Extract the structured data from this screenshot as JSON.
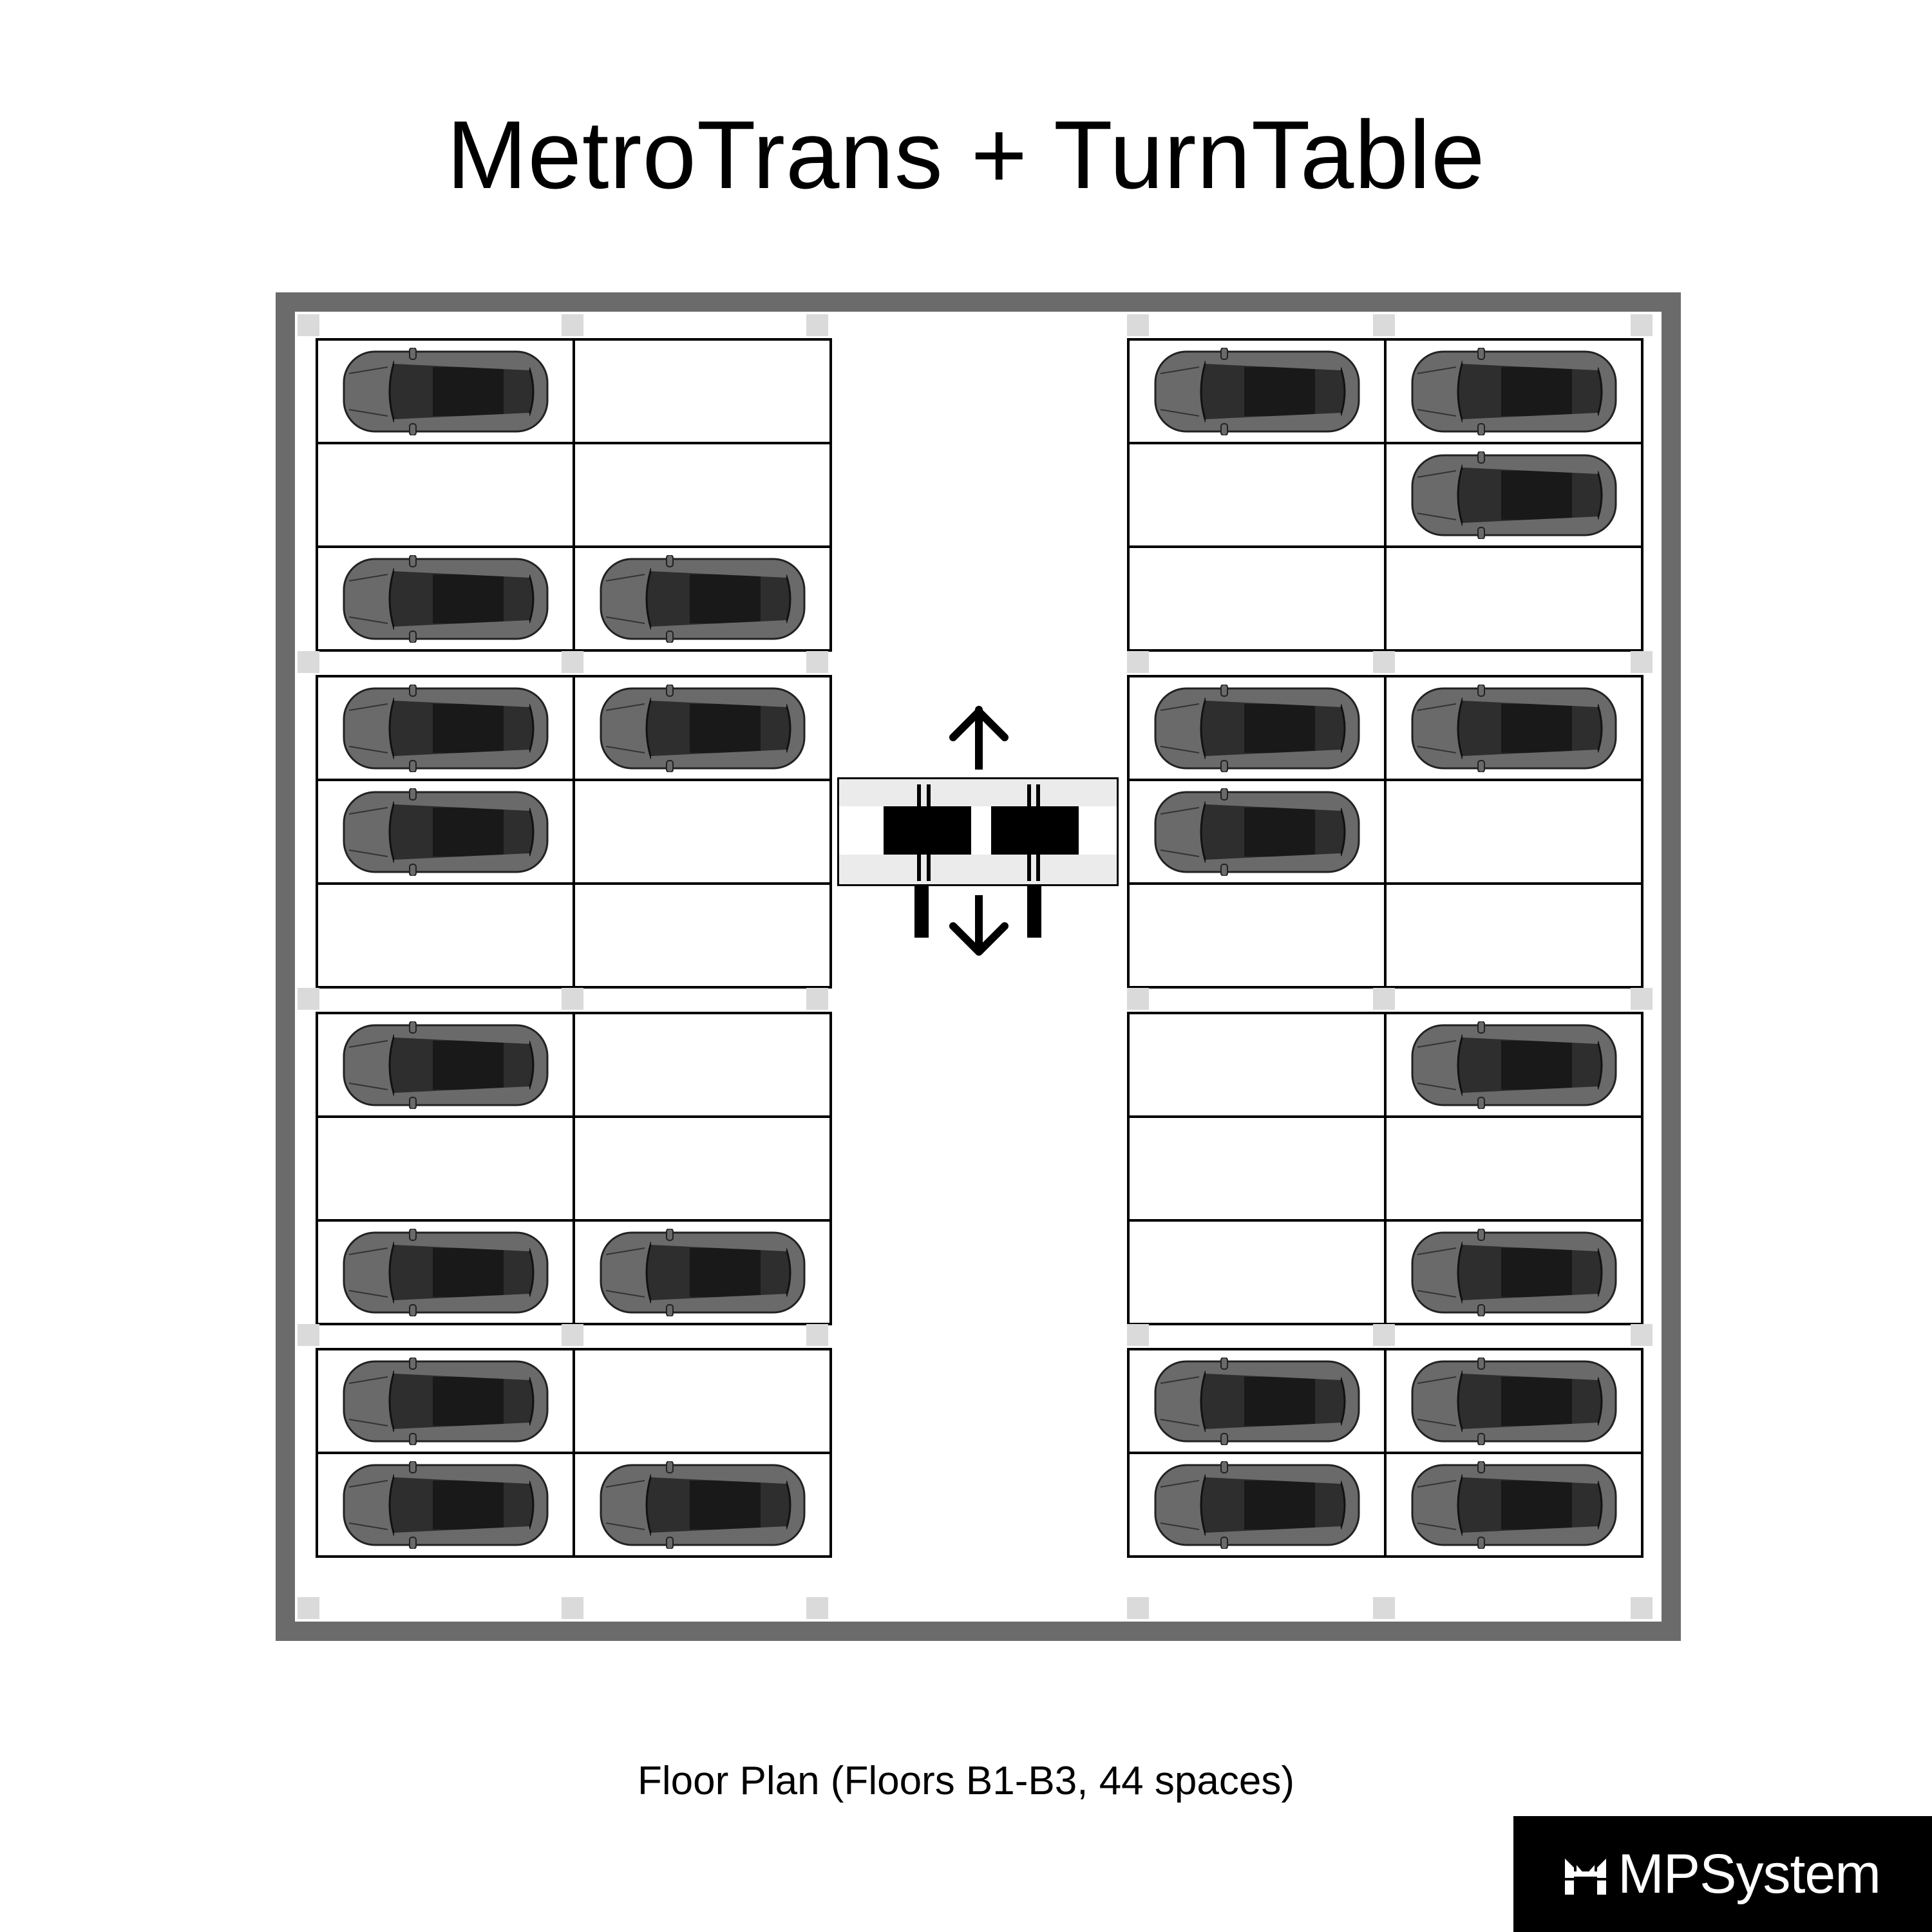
{
  "title": "MetroTrans + TurnTable",
  "caption": "Floor Plan (Floors B1-B3, 44 spaces)",
  "logo": {
    "text": "MPSystem",
    "icon": "mpsystem-logo-icon"
  },
  "colors": {
    "wall": "#6b6b6b",
    "pillar": "#dadada",
    "space_border": "#000000",
    "car_body": "#6a6a6a",
    "car_roof": "#1c1c1c",
    "turntable_band": "#ebebeb",
    "logo_bg": "#000000",
    "logo_fg": "#ffffff"
  },
  "floor_plan": {
    "total_spaces": 44,
    "left_blocks": [
      {
        "rows": [
          [
            "car",
            "empty"
          ],
          [
            "empty",
            "empty"
          ],
          [
            "car",
            "car"
          ]
        ]
      },
      {
        "rows": [
          [
            "car",
            "car"
          ],
          [
            "car",
            "empty"
          ],
          [
            "empty",
            "empty"
          ]
        ]
      },
      {
        "rows": [
          [
            "car",
            "empty"
          ],
          [
            "empty",
            "empty"
          ],
          [
            "car",
            "car"
          ]
        ]
      },
      {
        "rows": [
          [
            "car",
            "empty"
          ],
          [
            "car",
            "car"
          ]
        ]
      }
    ],
    "right_blocks": [
      {
        "rows": [
          [
            "car",
            "car"
          ],
          [
            "empty",
            "car"
          ],
          [
            "empty",
            "empty"
          ]
        ]
      },
      {
        "rows": [
          [
            "car",
            "car"
          ],
          [
            "car",
            "empty"
          ],
          [
            "empty",
            "empty"
          ]
        ]
      },
      {
        "rows": [
          [
            "empty",
            "car"
          ],
          [
            "empty",
            "empty"
          ],
          [
            "empty",
            "car"
          ]
        ]
      },
      {
        "rows": [
          [
            "car",
            "car"
          ],
          [
            "car",
            "car"
          ]
        ]
      }
    ],
    "turntable": {
      "label": "turntable-lift",
      "arrows": [
        "up-arrow-icon",
        "down-arrow-icon"
      ]
    }
  }
}
